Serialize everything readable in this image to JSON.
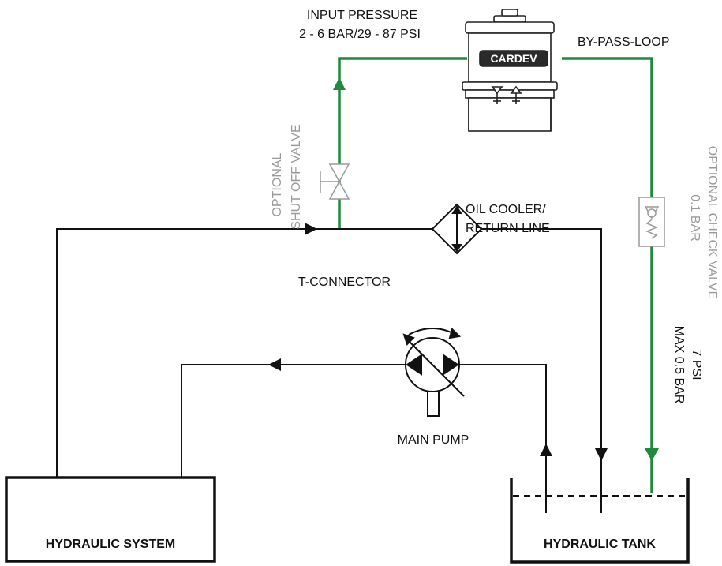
{
  "colors": {
    "green_line": "#1f8a3b",
    "black_line": "#111111",
    "grey_optional": "#9a9a9a"
  },
  "labels": {
    "input_pressure": "INPUT PRESSURE",
    "input_pressure_range": "2 - 6 BAR/29 - 87 PSI",
    "bypass_loop": "BY-PASS-LOOP",
    "cardev_logo": "CARDEV",
    "shutoff_line1": "OPTIONAL",
    "shutoff_line2": "SHUT OFF VALVE",
    "check_valve_line1": "OPTIONAL CHECK VALVE",
    "check_valve_line2": "0.1 BAR",
    "oil_cooler_line1": "OIL COOLER/",
    "oil_cooler_line2": "RETURN LINE",
    "t_connector": "T-CONNECTOR",
    "main_pump": "MAIN PUMP",
    "pressure_line1": "7 PSI",
    "pressure_line2": "MAX 0.5 BAR",
    "hydraulic_system": "HYDRAULIC SYSTEM",
    "hydraulic_tank": "HYDRAULIC TANK"
  },
  "icons": {
    "filter_unit": "filter-unit-icon",
    "shutoff_valve": "shutoff-valve-icon",
    "check_valve": "check-valve-icon",
    "oil_cooler": "heat-exchanger-icon",
    "pump": "variable-pump-icon"
  }
}
